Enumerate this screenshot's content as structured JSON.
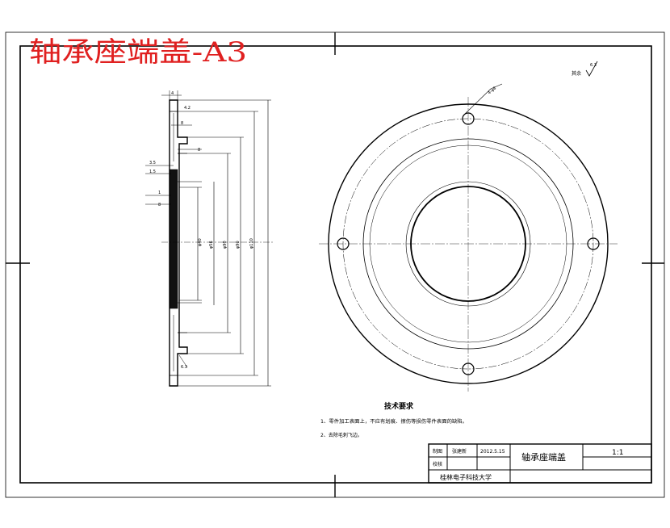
{
  "drawing_title": "轴承座端盖-A3",
  "roughness_note": "其余",
  "roughness_value": "6.3",
  "hole_callout": "4-φ8",
  "section_view": {
    "dims_top": [
      "4",
      "4.2",
      "8",
      "8"
    ],
    "dims_left": [
      "3.5",
      "1.5",
      "1",
      "8"
    ],
    "dia_labels": [
      "φ40",
      "φ56",
      "φ90",
      "φ90",
      "φ110"
    ],
    "chamfer": "6.3"
  },
  "tech_requirements": {
    "heading": "技术要求",
    "items": [
      "1、零件加工表面上，不应有划痕、擦伤等损伤零件表面的缺陷。",
      "2、去除毛刺飞边。"
    ]
  },
  "title_block": {
    "label_drawn": "制图",
    "drawer": "张建新",
    "date": "2012.5.15",
    "label_check": "校核",
    "part_name": "轴承座端盖",
    "scale": "1:1",
    "school": "桂林电子科技大学"
  }
}
